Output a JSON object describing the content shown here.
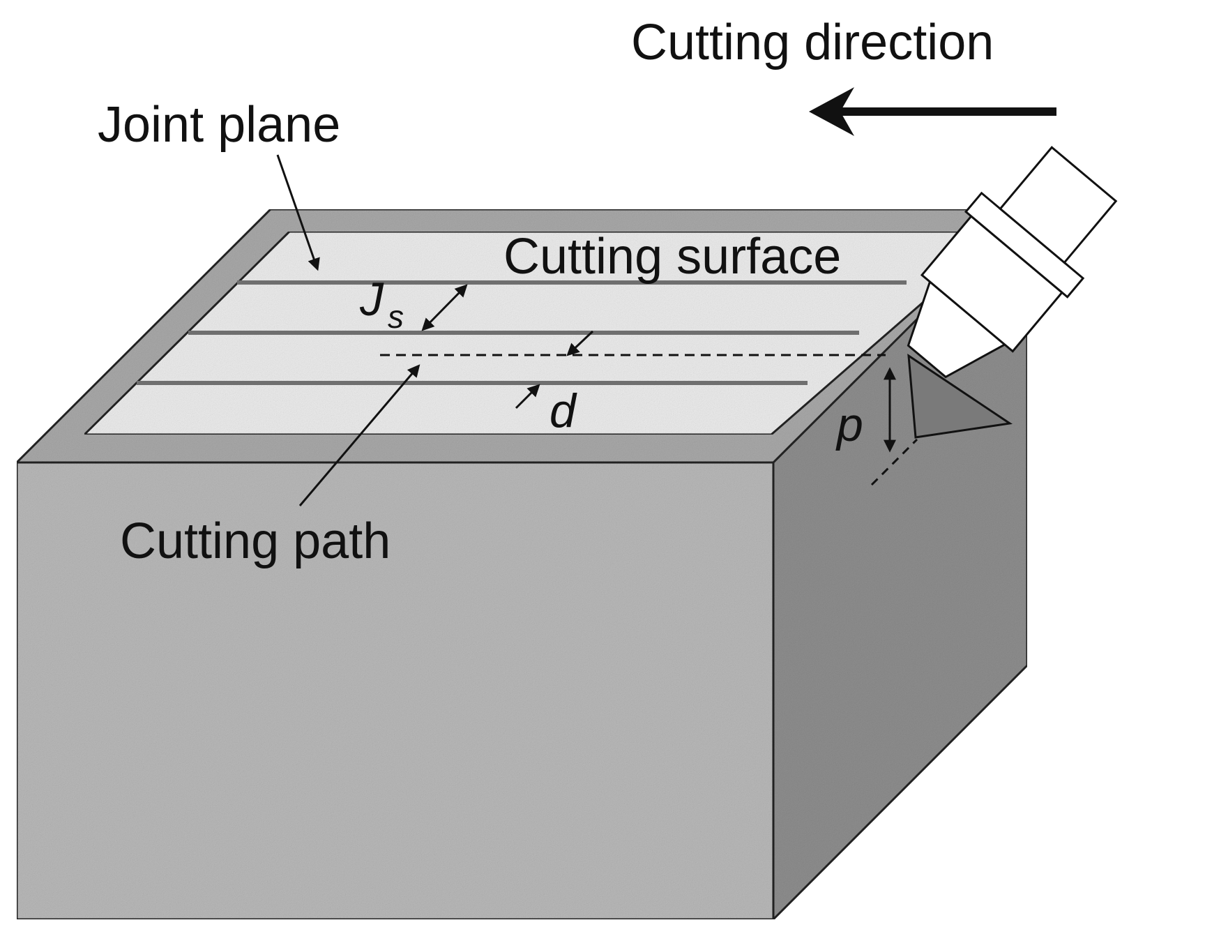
{
  "labels": {
    "cutting_direction": "Cutting direction",
    "joint_plane": "Joint plane",
    "cutting_surface": "Cutting surface",
    "cutting_path": "Cutting path"
  },
  "symbols": {
    "joint_spacing_main": "J",
    "joint_spacing_sub": "s",
    "depth": "d",
    "penetration": "p"
  },
  "colors": {
    "rock_front": "#b9b9b9",
    "rock_side": "#8e8e8e",
    "rock_top_rim": "#a9a9a9",
    "cutting_surface": "#ececec",
    "joint_line": "#6f6f6f",
    "cutter_body": "#ffffff",
    "cutter_tip": "#7a7a7a",
    "ink": "#111111"
  }
}
